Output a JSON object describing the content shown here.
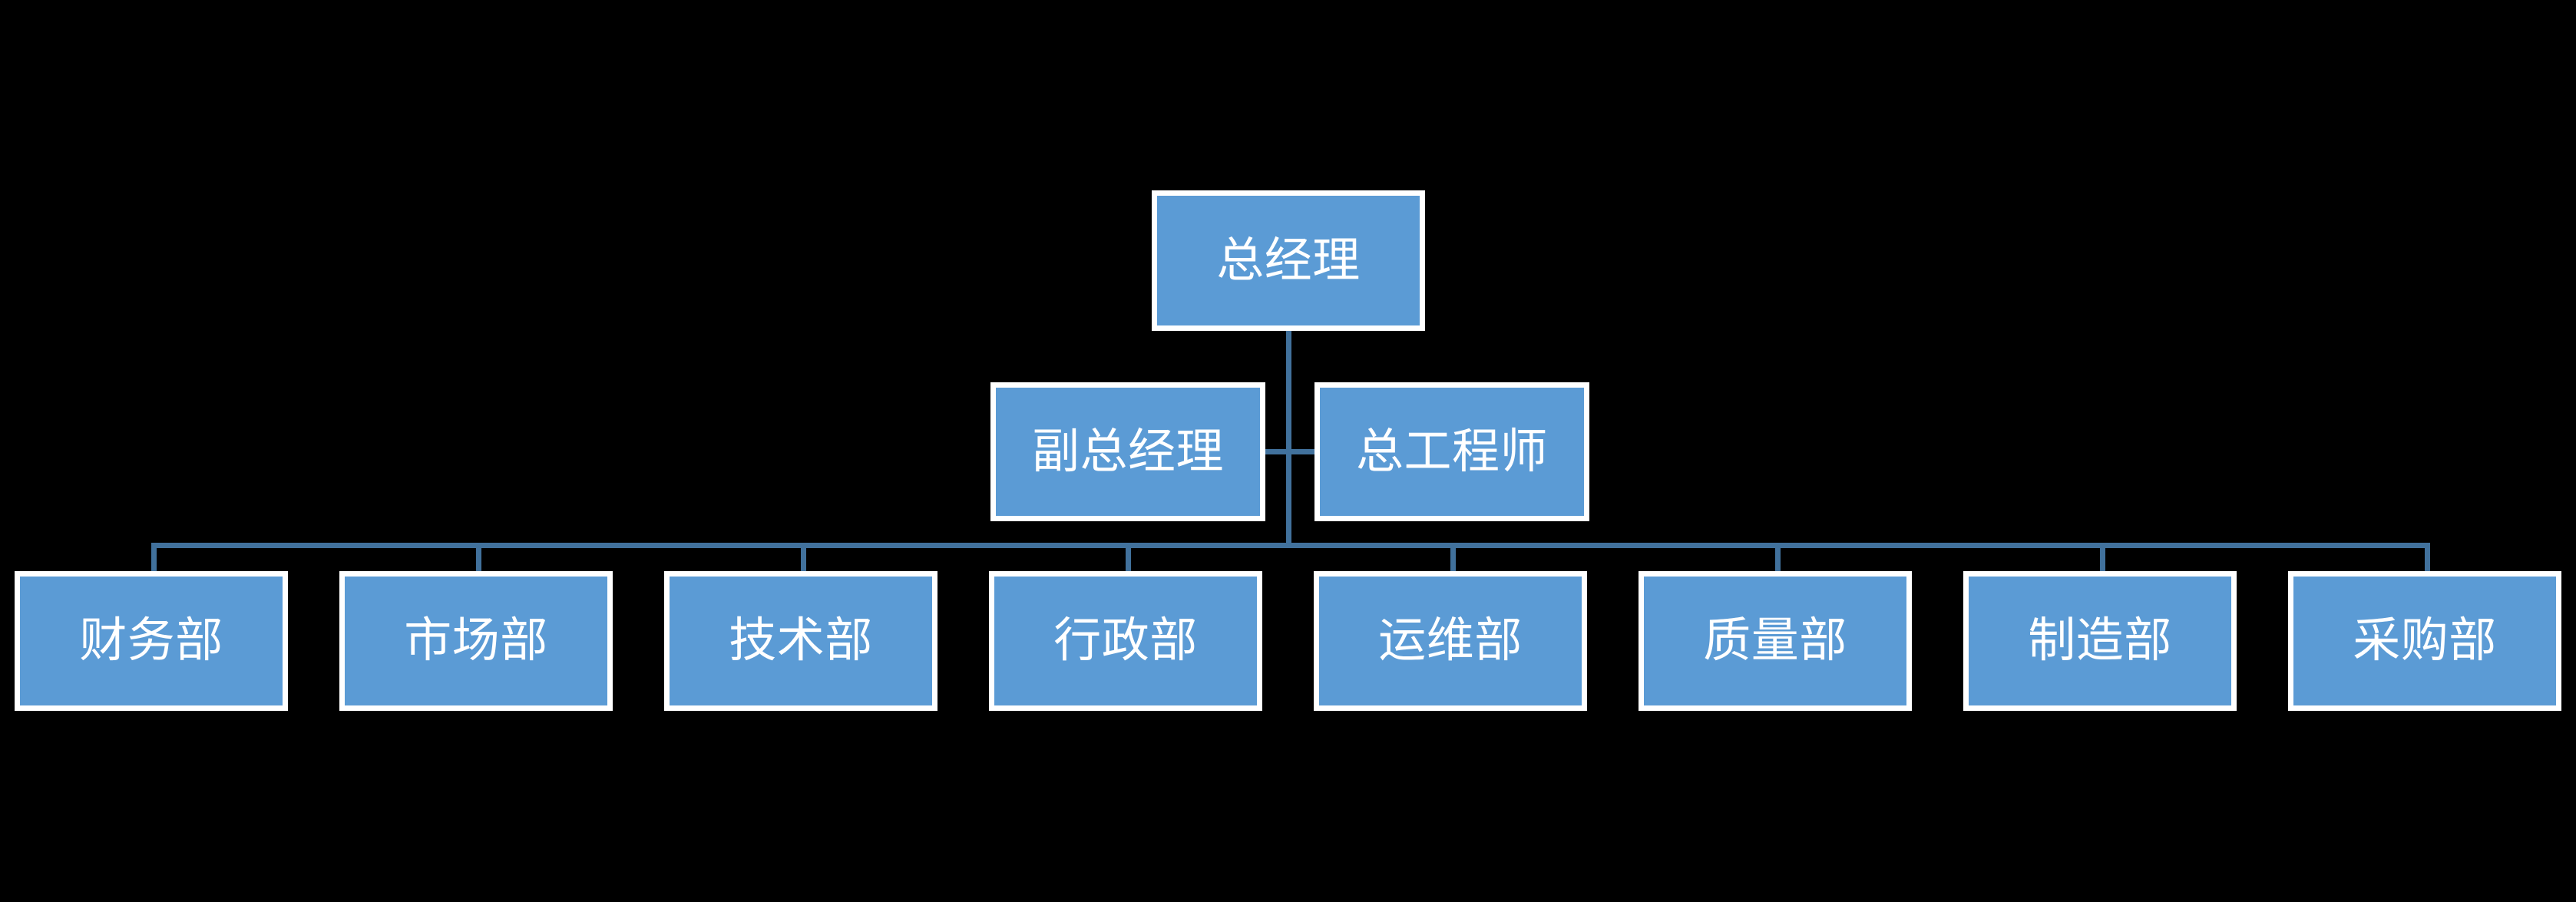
{
  "chart_data": {
    "type": "diagram",
    "diagram_type": "organizational-chart",
    "title": "",
    "orientation": "top-down",
    "background_color": "#000000",
    "node_fill_color": "#5B9BD5",
    "node_border_color": "#FFFFFF",
    "node_text_color": "#FFFFFF",
    "connector_color": "#41719C",
    "levels": 3,
    "nodes": [
      {
        "id": "n1",
        "label": "总经理",
        "level": 1,
        "parent": null
      },
      {
        "id": "n2",
        "label": "副总经理",
        "level": 2,
        "parent": "n1"
      },
      {
        "id": "n3",
        "label": "总工程师",
        "level": 2,
        "parent": "n1"
      },
      {
        "id": "d1",
        "label": "财务部",
        "level": 3,
        "parent": "n1"
      },
      {
        "id": "d2",
        "label": "市场部",
        "level": 3,
        "parent": "n1"
      },
      {
        "id": "d3",
        "label": "技术部",
        "level": 3,
        "parent": "n1"
      },
      {
        "id": "d4",
        "label": "行政部",
        "level": 3,
        "parent": "n1"
      },
      {
        "id": "d5",
        "label": "运维部",
        "level": 3,
        "parent": "n1"
      },
      {
        "id": "d6",
        "label": "质量部",
        "level": 3,
        "parent": "n1"
      },
      {
        "id": "d7",
        "label": "制造部",
        "level": 3,
        "parent": "n1"
      },
      {
        "id": "d8",
        "label": "采购部",
        "level": 3,
        "parent": "n1"
      }
    ],
    "edges": [
      {
        "from": "n1",
        "to": "n2"
      },
      {
        "from": "n1",
        "to": "n3"
      },
      {
        "from": "n2",
        "to": "n3"
      },
      {
        "from": "n1",
        "to": "d1"
      },
      {
        "from": "n1",
        "to": "d2"
      },
      {
        "from": "n1",
        "to": "d3"
      },
      {
        "from": "n1",
        "to": "d4"
      },
      {
        "from": "n1",
        "to": "d5"
      },
      {
        "from": "n1",
        "to": "d6"
      },
      {
        "from": "n1",
        "to": "d7"
      },
      {
        "from": "n1",
        "to": "d8"
      }
    ]
  },
  "chart": {
    "top": {
      "label": "总经理"
    },
    "level2": [
      {
        "label": "副总经理"
      },
      {
        "label": "总工程师"
      }
    ],
    "departments": [
      {
        "label": "财务部"
      },
      {
        "label": "市场部"
      },
      {
        "label": "技术部"
      },
      {
        "label": "行政部"
      },
      {
        "label": "运维部"
      },
      {
        "label": "质量部"
      },
      {
        "label": "制造部"
      },
      {
        "label": "采购部"
      }
    ]
  }
}
